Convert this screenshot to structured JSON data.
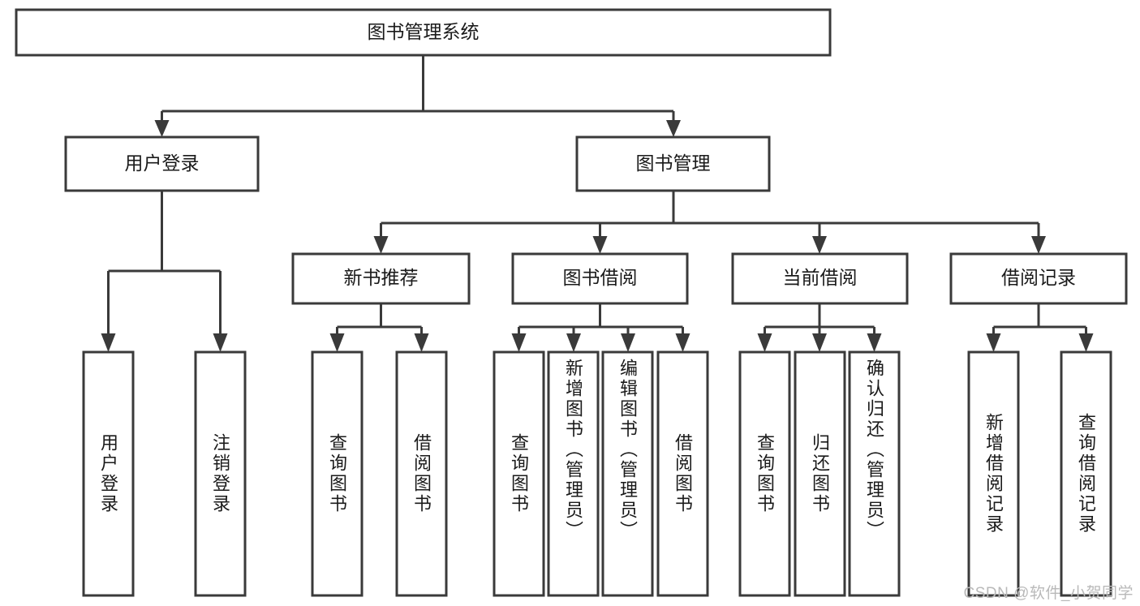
{
  "diagram": {
    "title": "图书管理系统",
    "type": "tree-hierarchy",
    "orientation": "top-down",
    "stroke_color": "#3a3a3a",
    "fill_color": "#ffffff",
    "text_color": "#1a1a1a",
    "root": {
      "label": "图书管理系统",
      "children": [
        {
          "label": "用户登录",
          "children": [
            {
              "label": "用户登录"
            },
            {
              "label": "注销登录"
            }
          ]
        },
        {
          "label": "图书管理",
          "children": [
            {
              "label": "新书推荐",
              "children": [
                {
                  "label": "查询图书"
                },
                {
                  "label": "借阅图书"
                }
              ]
            },
            {
              "label": "图书借阅",
              "children": [
                {
                  "label": "查询图书"
                },
                {
                  "label": "新增图书（管理员）"
                },
                {
                  "label": "编辑图书（管理员）"
                },
                {
                  "label": "借阅图书"
                }
              ]
            },
            {
              "label": "当前借阅",
              "children": [
                {
                  "label": "查询图书"
                },
                {
                  "label": "归还图书"
                },
                {
                  "label": "确认归还（管理员）"
                }
              ]
            },
            {
              "label": "借阅记录",
              "children": [
                {
                  "label": "新增借阅记录"
                },
                {
                  "label": "查询借阅记录"
                }
              ]
            }
          ]
        }
      ]
    },
    "nodes": {
      "root": "图书管理系统",
      "l2_user_login": "用户登录",
      "l2_book_manage": "图书管理",
      "l3_new_book": "新书推荐",
      "l3_borrow": "图书借阅",
      "l3_current": "当前借阅",
      "l3_record": "借阅记录",
      "leaf_user_login": "用户登录",
      "leaf_logout": "注销登录",
      "leaf_nb_query": "查询图书",
      "leaf_nb_borrow": "借阅图书",
      "leaf_br_query": "查询图书",
      "leaf_br_add": "新增图书（管理员）",
      "leaf_br_edit": "编辑图书（管理员）",
      "leaf_br_borrow": "借阅图书",
      "leaf_cur_query": "查询图书",
      "leaf_cur_return": "归还图书",
      "leaf_cur_confirm": "确认归还（管理员）",
      "leaf_rec_add": "新增借阅记录",
      "leaf_rec_query": "查询借阅记录"
    }
  },
  "watermark": {
    "text": "CSDN @软件_小贺同学"
  }
}
